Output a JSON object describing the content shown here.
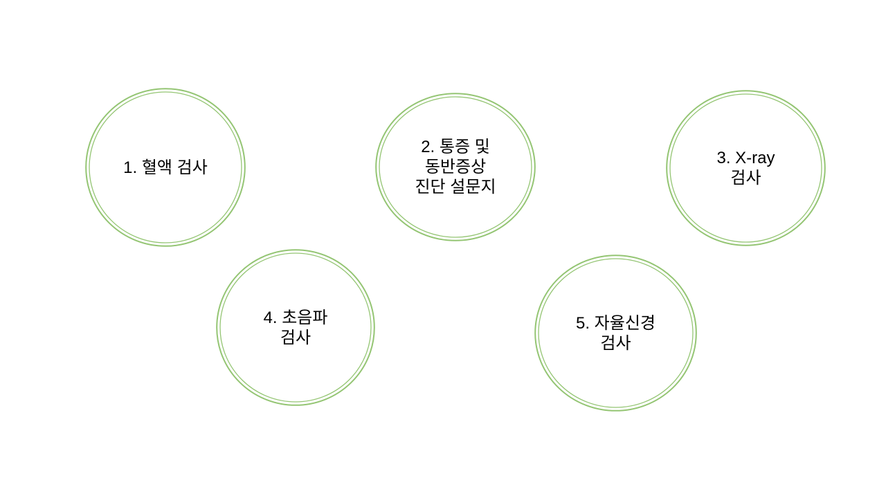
{
  "slide": {
    "background_color": "#ffffff",
    "text_color": "#000000",
    "ring_color": "#94c573"
  },
  "circles": [
    {
      "name": "blood-test",
      "lines": [
        "1. 혈액 검사",
        "",
        ""
      ]
    },
    {
      "name": "pain-symptom-questionnaire",
      "lines": [
        "2. 통증 및",
        "동반증상",
        "진단 설문지"
      ]
    },
    {
      "name": "xray-test",
      "lines": [
        "3. X-ray",
        "검사",
        ""
      ]
    },
    {
      "name": "ultrasound-test",
      "lines": [
        "4. 초음파",
        "검사",
        ""
      ]
    },
    {
      "name": "autonomic-nerve-test",
      "lines": [
        "5. 자율신경",
        "검사",
        ""
      ]
    }
  ]
}
